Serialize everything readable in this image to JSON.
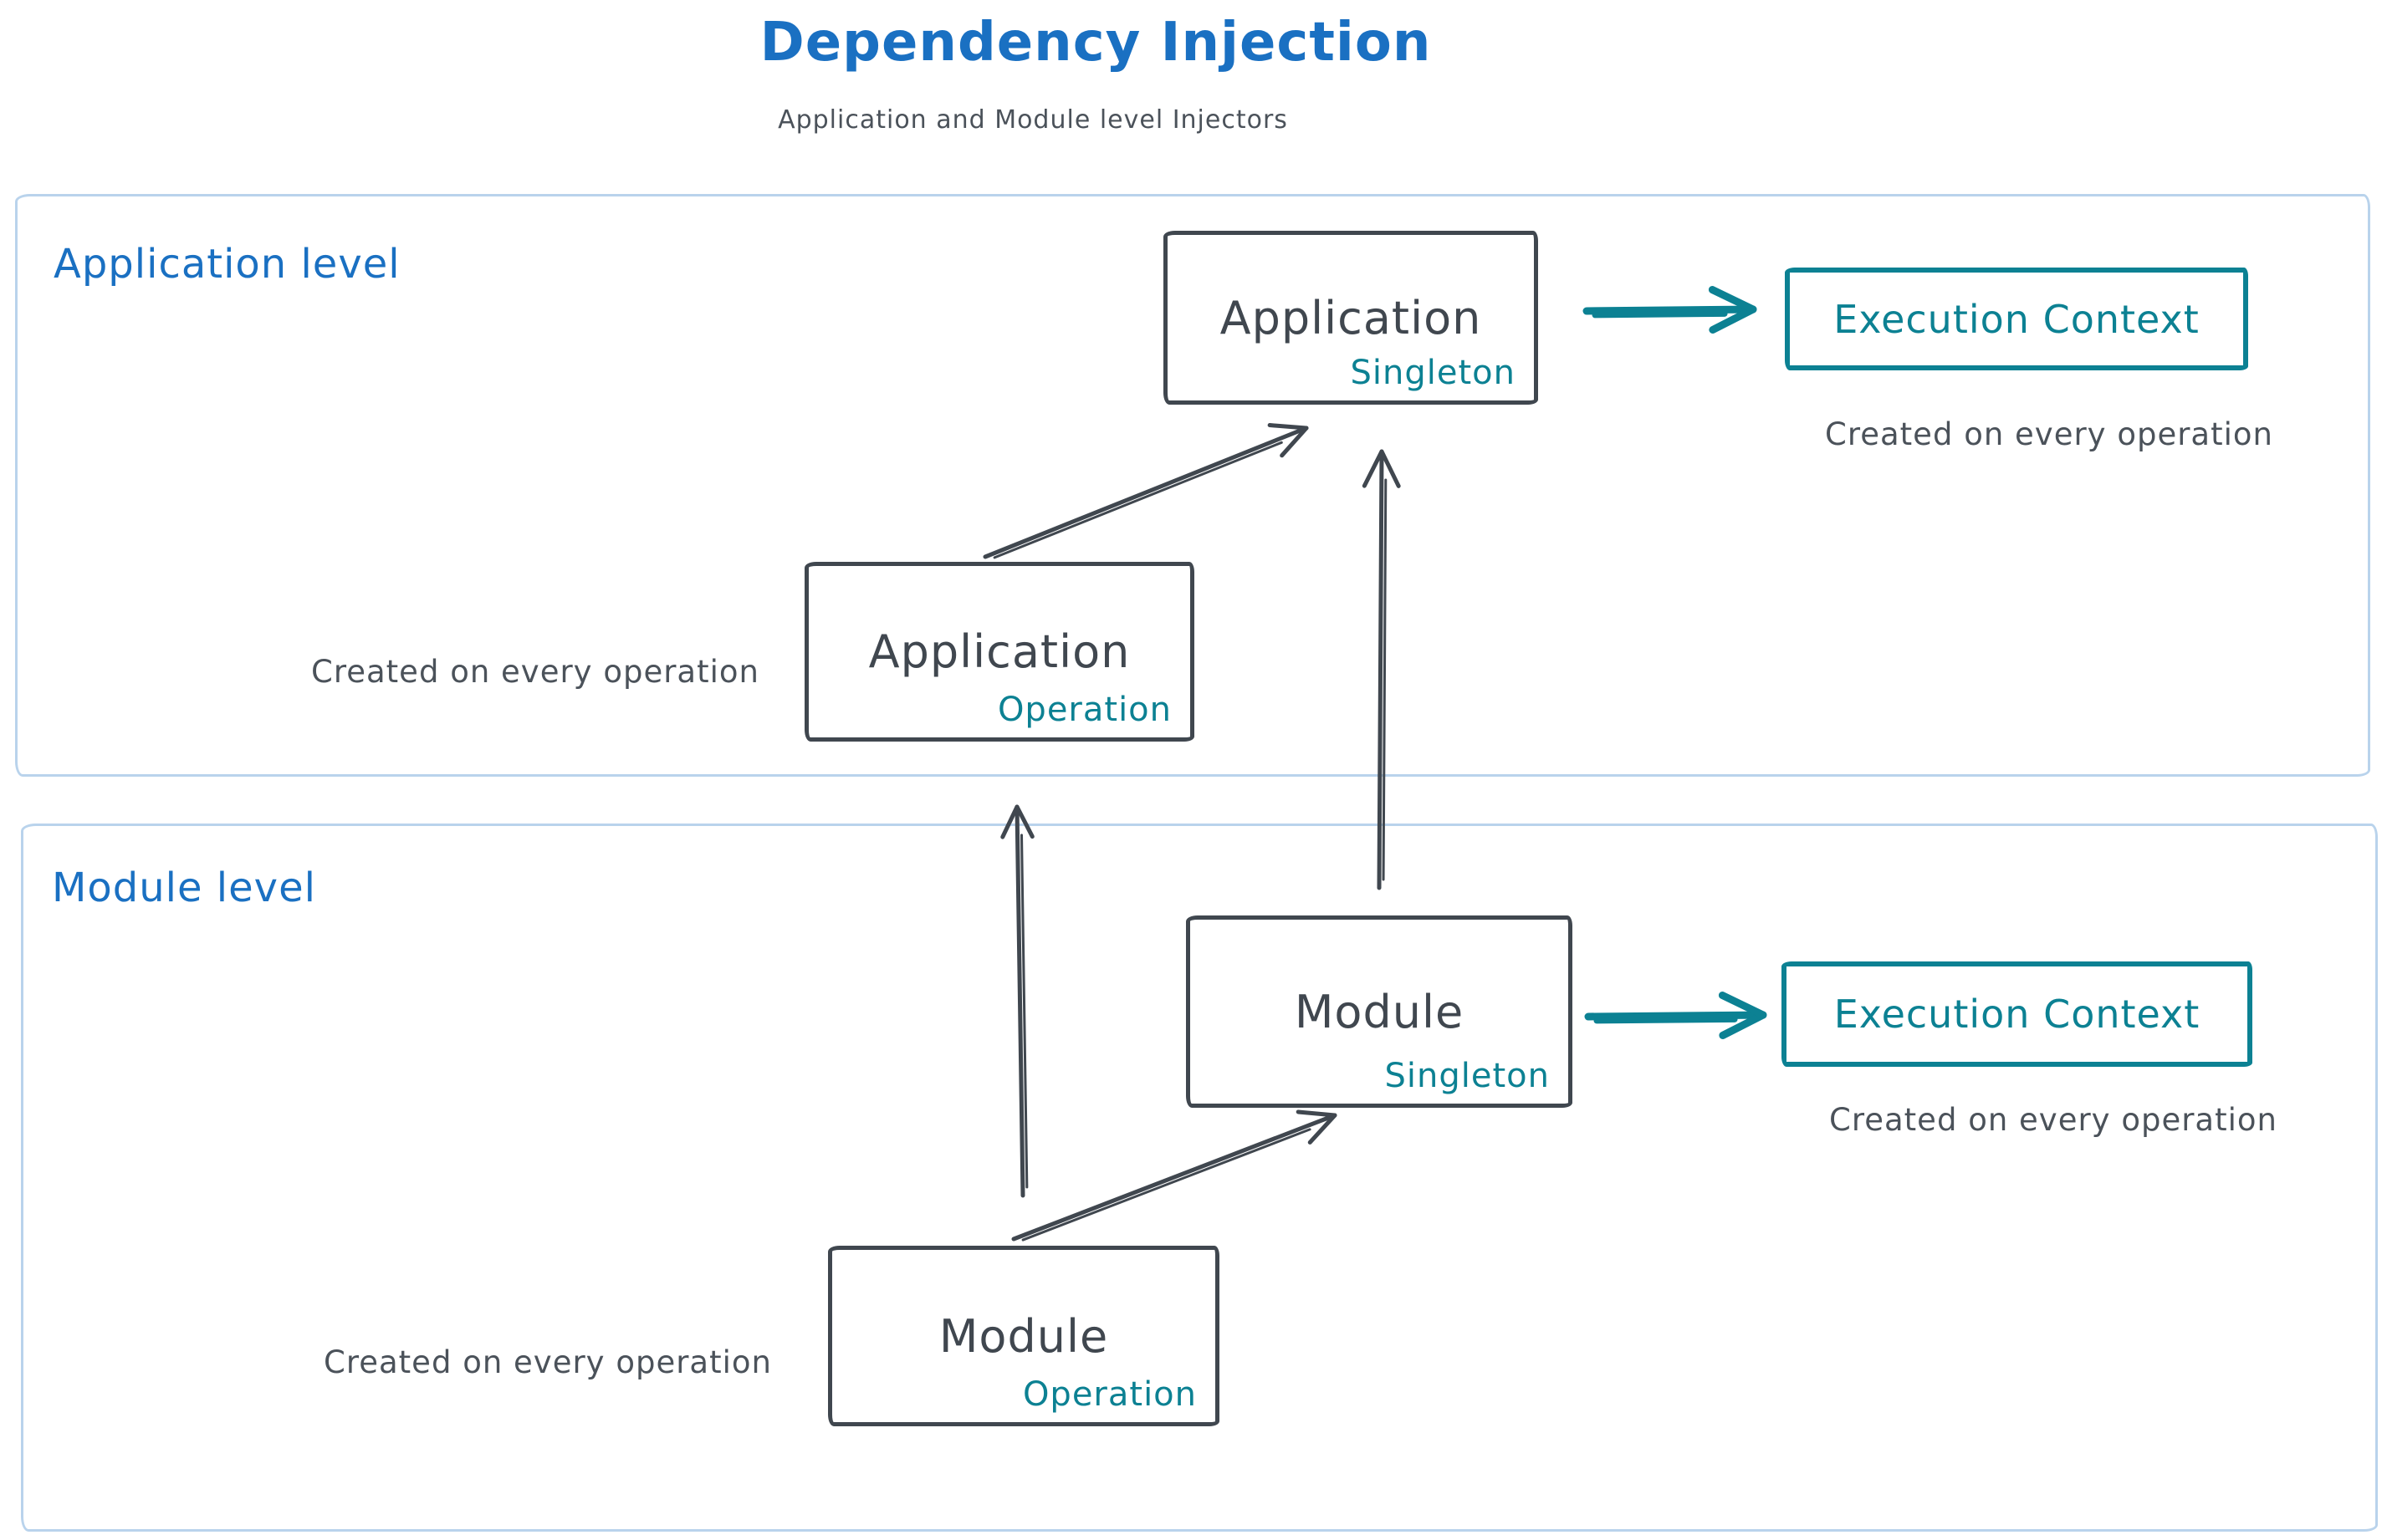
{
  "diagram": {
    "title": "Dependency Injection",
    "subtitle": "Application and Module level Injectors",
    "sections": {
      "application": {
        "label": "Application level"
      },
      "module": {
        "label": "Module level"
      }
    },
    "nodes": {
      "app_singleton": {
        "name": "Application",
        "scope": "Singleton"
      },
      "app_operation": {
        "name": "Application",
        "scope": "Operation"
      },
      "module_singleton": {
        "name": "Module",
        "scope": "Singleton"
      },
      "module_operation": {
        "name": "Module",
        "scope": "Operation"
      },
      "app_execution_context": {
        "label": "Execution Context"
      },
      "module_execution_context": {
        "label": "Execution Context"
      }
    },
    "captions": {
      "app_operation": "Created on every operation",
      "app_execution_context": "Created on every operation",
      "module_operation": "Created on every operation",
      "module_execution_context": "Created on every operation"
    },
    "colors": {
      "title_blue": "#1a70c2",
      "teal": "#0c8193",
      "ink": "#40474f",
      "caption_gray": "#4b525a",
      "container_blue": "#b9d3ec"
    }
  }
}
